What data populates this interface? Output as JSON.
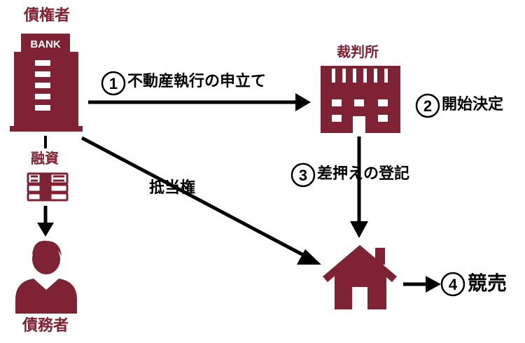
{
  "colors": {
    "accent": "#7f2233",
    "ink": "#000000"
  },
  "creditor": {
    "label": "債権者",
    "sign": "BANK",
    "icon": "bank-building-icon"
  },
  "court": {
    "label": "裁判所",
    "icon": "courthouse-icon"
  },
  "loan": {
    "label": "融資",
    "icon": "money-stack-icon"
  },
  "debtor": {
    "label": "債務者",
    "icon": "person-icon"
  },
  "property": {
    "icon": "house-icon"
  },
  "mortgage": {
    "label": "抵当権"
  },
  "steps": [
    {
      "num": "1",
      "text": "不動産執行の申立て"
    },
    {
      "num": "2",
      "text": "開始決定"
    },
    {
      "num": "3",
      "text": "差押えの登記"
    },
    {
      "num": "4",
      "text": "競売"
    }
  ]
}
